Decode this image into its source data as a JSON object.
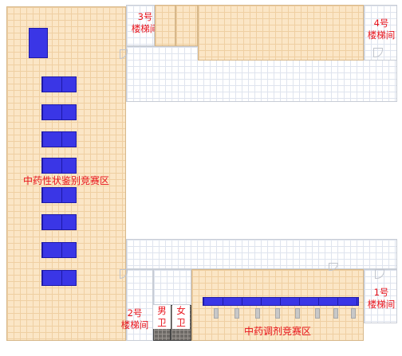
{
  "rooms": {
    "identification_area": "中药性状鉴别竞赛区",
    "dispensing_area": "中药调剂竞赛区",
    "stair_1": "1号\n楼梯间",
    "stair_2": "2号\n楼梯间",
    "stair_3": "3号\n楼梯间",
    "stair_4": "4号\n楼梯间",
    "mens_toilet": "男\n卫",
    "womens_toilet": "女\n卫"
  },
  "colors": {
    "competition_floor": "#fbe6c6",
    "corridor": "#ffffff",
    "desk": "#3a36e6",
    "label": "#e8121a",
    "toilet": "#6e6a66"
  },
  "icons": {
    "desk": "blue-rectangle",
    "chair": "grey-rectangle",
    "door": "door-swing"
  }
}
